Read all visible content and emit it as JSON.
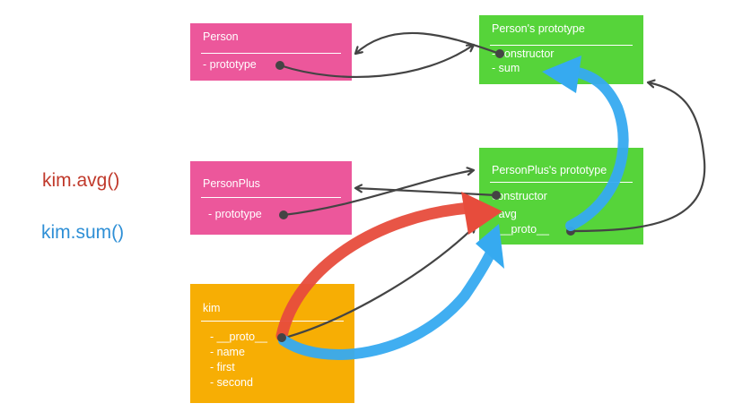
{
  "boxes": {
    "person": {
      "title": "Person",
      "fields": [
        "- prototype"
      ]
    },
    "person_prototype": {
      "title": "Person's prototype",
      "fields": [
        "- constructor",
        "- sum"
      ]
    },
    "personplus": {
      "title": "PersonPlus",
      "fields": [
        "- prototype"
      ]
    },
    "personplus_prototype": {
      "title": "PersonPlus's prototype",
      "fields": [
        "constructor",
        "- avg",
        "- __proto__"
      ]
    },
    "kim": {
      "title": "kim",
      "fields": [
        "- __proto__",
        "- name",
        "- first",
        "- second"
      ]
    }
  },
  "calls": {
    "avg": "kim.avg()",
    "sum": "kim.sum()"
  },
  "colors": {
    "person_box": "#ec579b",
    "prototype_box": "#56d43a",
    "instance_box": "#f7ae04",
    "link_arrow": "#444444",
    "avg_lookup_arrow": "#e74c3c",
    "sum_lookup_arrow": "#36aaf0",
    "avg_call_text": "#c0392b",
    "sum_call_text": "#2e8fd6"
  }
}
